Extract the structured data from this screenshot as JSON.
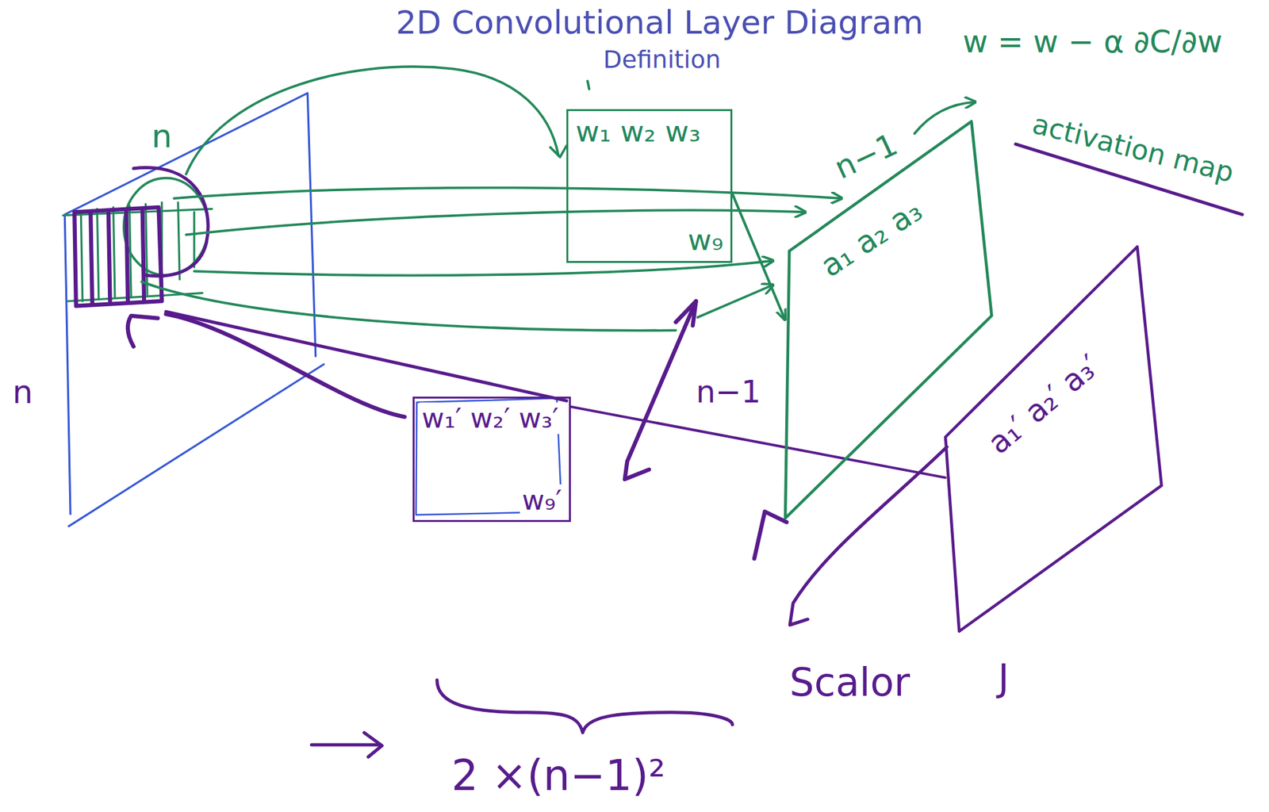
{
  "diagram": {
    "title": "2D Convolutional Layer Diagram",
    "nodes": [
      {
        "text": [
          "w₁ w₂ w₃",
          "w₉"
        ]
      },
      {
        "text": [
          "w₁′ w₂′ w₃′",
          "w₉′"
        ]
      },
      {
        "text": [
          "a₁ a₂ a₃"
        ]
      },
      {
        "text": [
          "a₁′ a₂′ a₃′"
        ]
      }
    ],
    "edges": [
      {
        "from": 0,
        "to": 2,
        "arrow": "to"
      },
      {
        "from": 1,
        "to": 3,
        "arrow": "none"
      }
    ],
    "labels": [
      "Definition",
      "w = w − α ∂C/∂w",
      "activation map",
      "n",
      "n",
      "n−1",
      "n−1",
      "Scalor",
      "J",
      "2 ×(n−1)²"
    ]
  }
}
